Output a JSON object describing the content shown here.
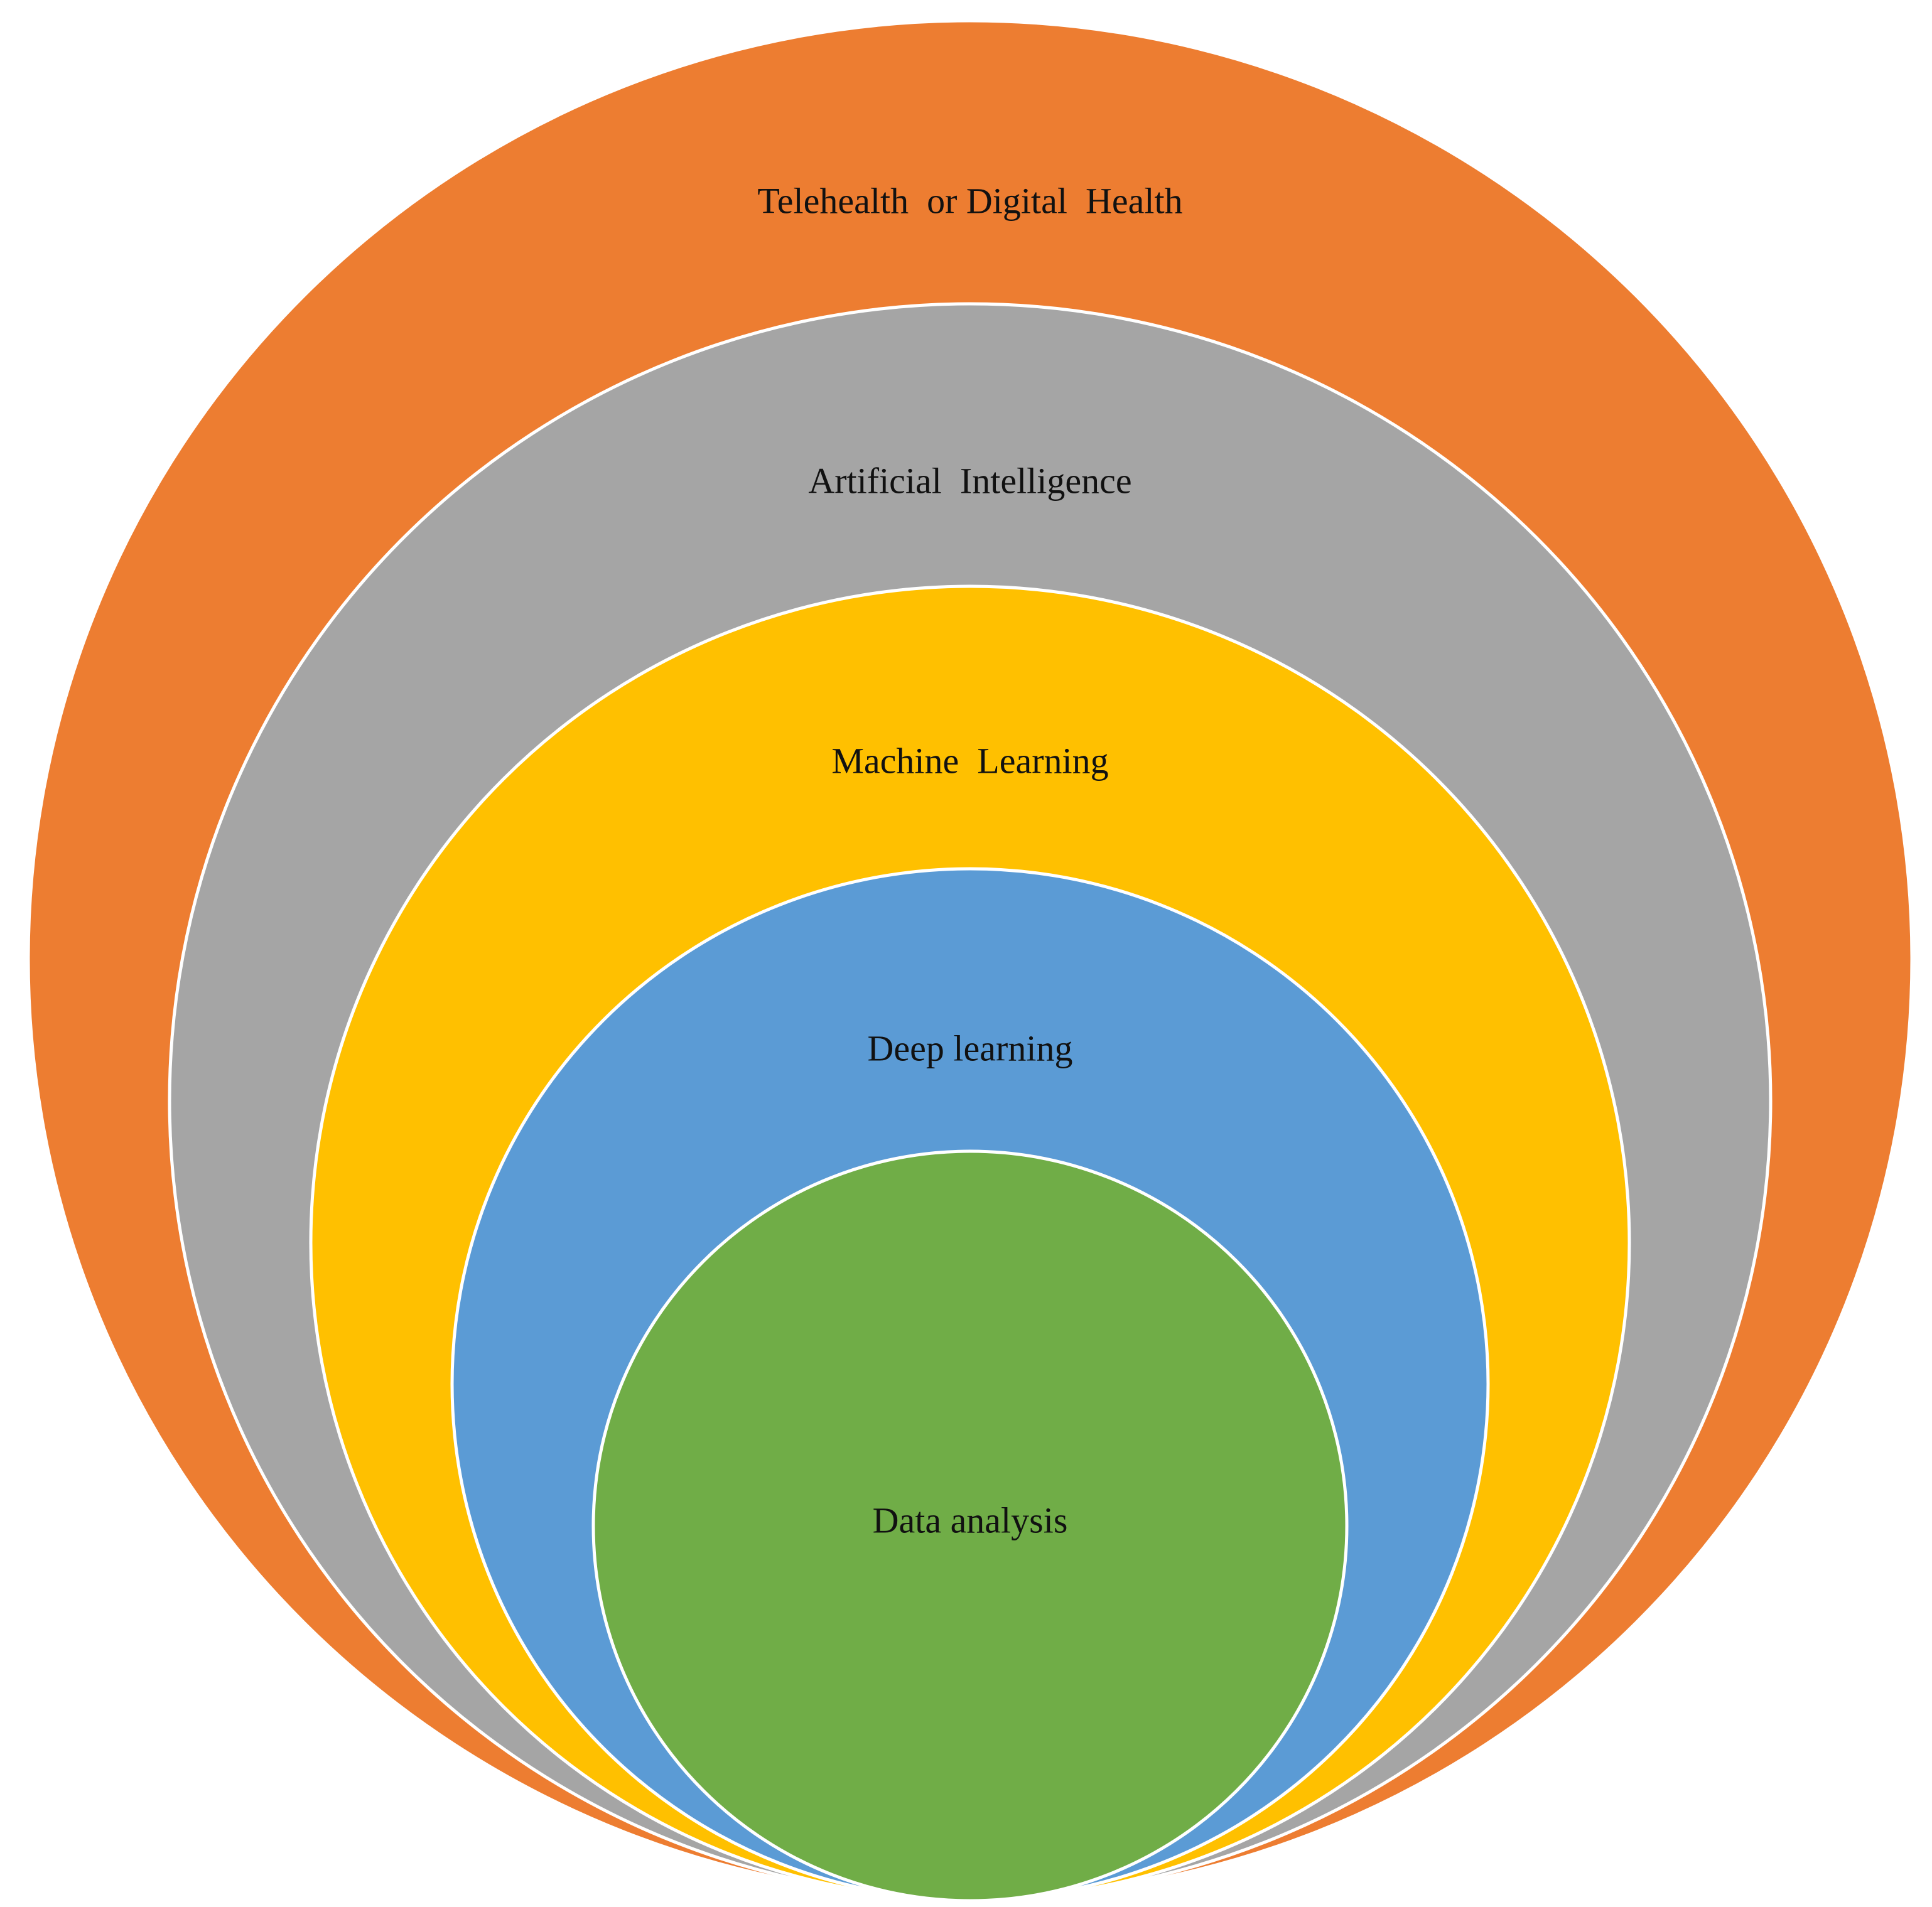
{
  "diagram": {
    "layers": [
      {
        "id": "telehealth",
        "label": "Telehealth  or Digital  Health",
        "color": "#ED7D31"
      },
      {
        "id": "ai",
        "label": "Artificial  Intelligence",
        "color": "#A5A5A5"
      },
      {
        "id": "ml",
        "label": "Machine  Learning",
        "color": "#FFC000"
      },
      {
        "id": "dl",
        "label": "Deep learning",
        "color": "#5B9BD5"
      },
      {
        "id": "data",
        "label": "Data analysis",
        "color": "#70AD47"
      }
    ],
    "outline_color": "#FFFFFF"
  }
}
